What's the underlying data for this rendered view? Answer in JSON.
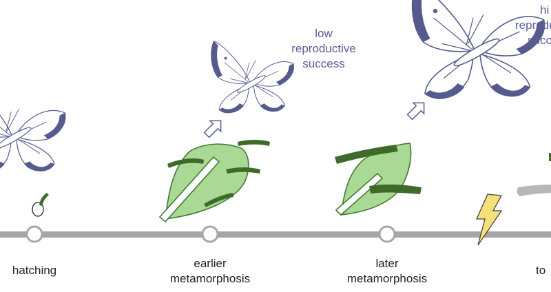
{
  "timeline": {
    "milestones": [
      {
        "label_line1": "hatching",
        "label_line2": ""
      },
      {
        "label_line1": "earlier",
        "label_line2": "metamorphosis"
      },
      {
        "label_line1": "later",
        "label_line2": "metamorphosis"
      },
      {
        "label_line1": "to",
        "label_line2": ""
      }
    ]
  },
  "outcomes": {
    "low": {
      "line1": "low",
      "line2": "reproductive",
      "line3": "success"
    },
    "high": {
      "line1": "hi",
      "line2": "reproduc",
      "line3": "succ"
    }
  },
  "colors": {
    "butterfly": "#565b8f",
    "leaf": "#a9d995",
    "caterpillar": "#3f6b2a",
    "lightning": "#f7df7a",
    "timeline": "#a6a6a6"
  }
}
